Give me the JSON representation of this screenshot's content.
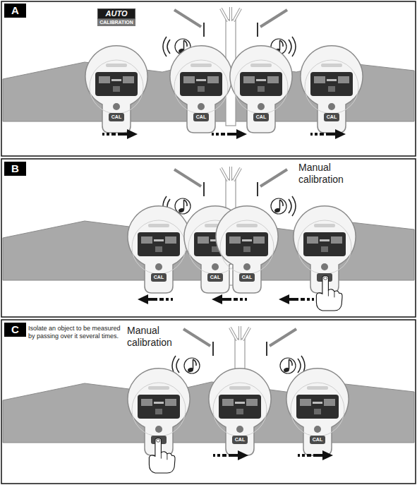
{
  "diagram": {
    "nodes": [
      {
        "text": [
          "A"
        ]
      },
      {
        "text": [
          "AUTO",
          "CALIBRATION"
        ]
      },
      {
        "text": [
          "B"
        ]
      },
      {
        "text": [
          "C"
        ]
      }
    ],
    "labels": [
      "CAL",
      "CAL",
      "CAL",
      "CAL",
      "Manual calibration",
      "CAL",
      "CAL",
      "CAL",
      "Isolate an object to be measured by passing over it several times.",
      "Manual calibration",
      "CAL",
      "CAL"
    ]
  }
}
